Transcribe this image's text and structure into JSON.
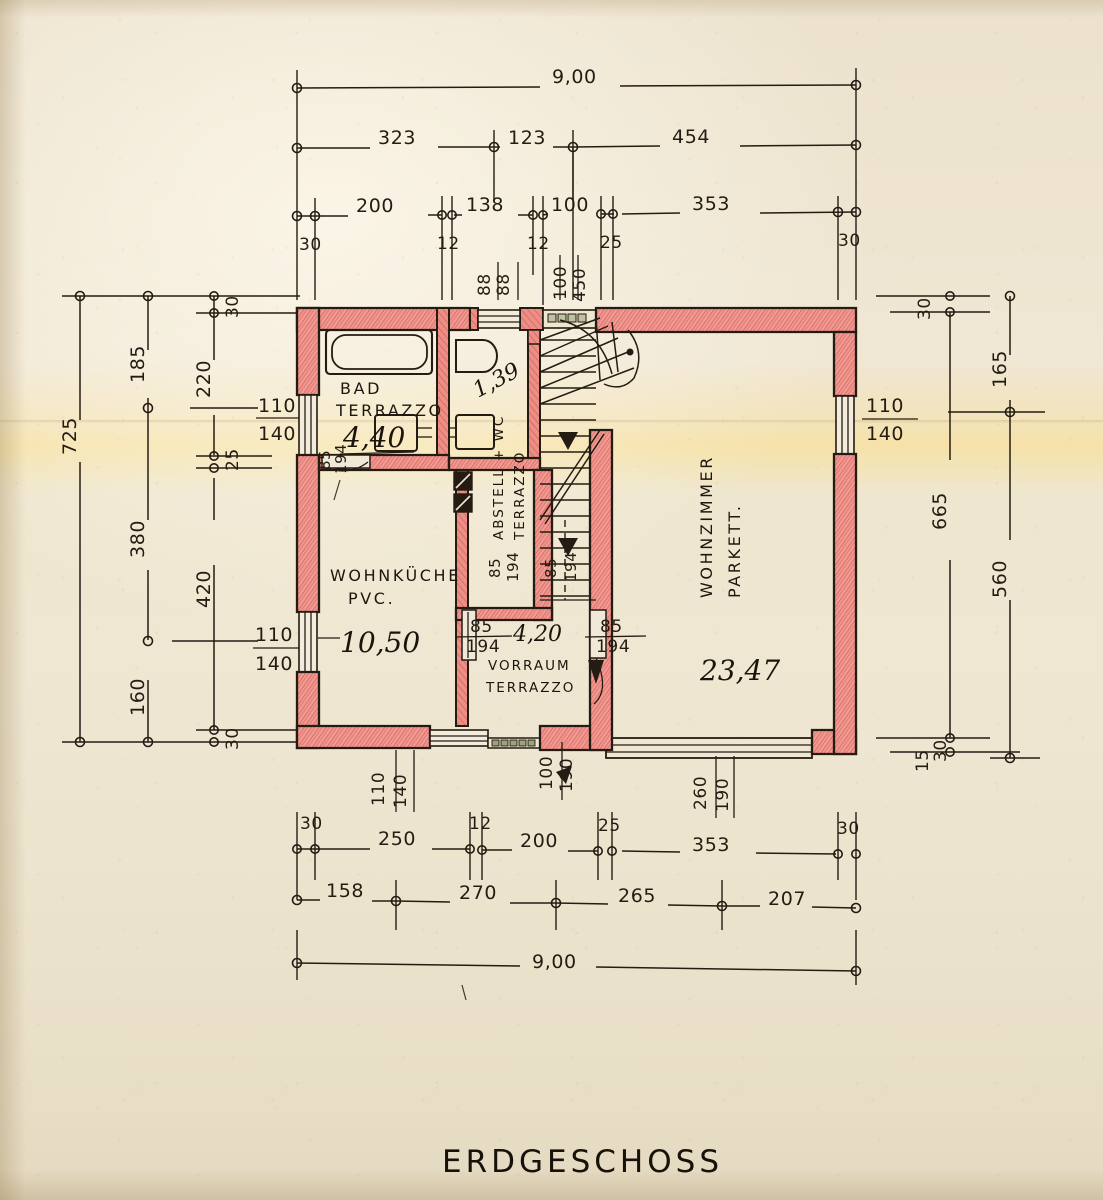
{
  "drawing": {
    "title": "ERDGESCHOSS",
    "type": "architectural-floor-plan",
    "style": "hand-drawn ink and red pencil on aged paper"
  },
  "overall": {
    "top_total": "9,00",
    "bottom_total": "9,00"
  },
  "dimensions": {
    "top_chain_1": [
      "323",
      "123",
      "454"
    ],
    "top_chain_2": [
      "200",
      "138",
      "100",
      "353"
    ],
    "top_walls": [
      "30",
      "12",
      "12",
      "25",
      "30"
    ],
    "bottom_chain_1": [
      "250",
      "200",
      "353"
    ],
    "bottom_walls": [
      "30",
      "12",
      "25",
      "30"
    ],
    "bottom_chain_2": [
      "158",
      "270",
      "265",
      "207"
    ],
    "left_outer": "725",
    "left_chain_1": [
      "185",
      "380",
      "160"
    ],
    "left_chain_2": [
      "220",
      "420"
    ],
    "left_walls": [
      "30",
      "25",
      "30"
    ],
    "right_chain_1": [
      "165",
      "560"
    ],
    "right_main": "665",
    "right_walls": [
      "30",
      "15",
      "30"
    ]
  },
  "openings": {
    "left_upper_window": {
      "width": "110",
      "height": "140"
    },
    "left_lower_window": {
      "width": "110",
      "height": "140"
    },
    "right_window": {
      "width": "110",
      "height": "140"
    },
    "top_window_a": "88",
    "top_window_b": "88",
    "top_window_c": {
      "width": "100",
      "height": "450"
    },
    "bottom_window": {
      "width": "110",
      "height": "140"
    },
    "entry_door": {
      "width": "100",
      "height": "190"
    },
    "terrace_door": {
      "width": "260",
      "height": "190"
    },
    "inner_door_left": {
      "width": "85",
      "height": "194"
    },
    "inner_door_right": {
      "width": "85",
      "height": "194"
    },
    "stair_door": {
      "width": "85",
      "height": "194"
    }
  },
  "rooms": [
    {
      "name": "BAD",
      "floor": "TERRAZZO",
      "area": "4,40"
    },
    {
      "name": "WOHNKÜCHE",
      "floor": "PVC.",
      "area": "10,50"
    },
    {
      "name": "ABSTELL + WC",
      "floor": "TERRAZZO",
      "area": "1,39"
    },
    {
      "name": "VORRAUM",
      "floor": "TERRAZZO",
      "area": "4,20"
    },
    {
      "name": "WOHNZIMMER",
      "floor": "PARKETT.",
      "area": "23,47"
    }
  ],
  "colors": {
    "wall_fill": "#e8867f",
    "wall_fill_light": "#f0a79f",
    "ink": "#241c12",
    "paper": "#efe6d2",
    "stain": "#f6e2a8"
  }
}
